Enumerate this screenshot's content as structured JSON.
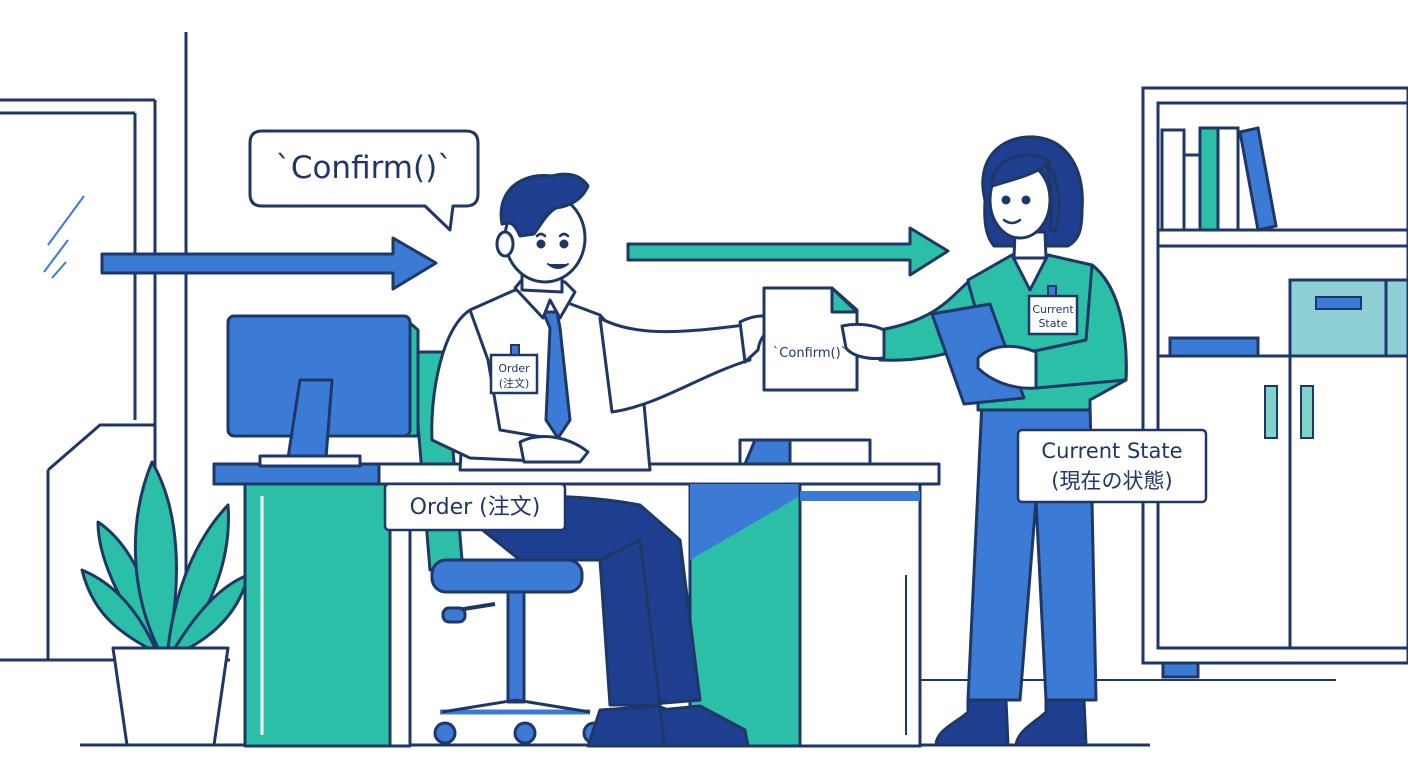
{
  "labels": {
    "speech_bubble": "`Confirm()`",
    "document": "`Confirm()`",
    "order_tag": "Order (注文)",
    "order_badge_line1": "Order",
    "order_badge_line2": "(注文)",
    "state_badge_line1": "Current",
    "state_badge_line2": "State",
    "state_tag_line1": "Current State",
    "state_tag_line2": "(現在の状態)"
  },
  "colors": {
    "outline": "#1f3766",
    "blue": "#3b7bd6",
    "navy": "#1e3f8f",
    "teal": "#2bbfa8",
    "light_teal": "#7fd3c8",
    "background": "#ffffff"
  },
  "icons": {
    "arrow_left": "arrow-right-icon",
    "arrow_right": "arrow-right-icon",
    "plant": "plant-icon",
    "monitor": "monitor-icon",
    "tablet": "tablet-icon",
    "document": "document-icon"
  }
}
